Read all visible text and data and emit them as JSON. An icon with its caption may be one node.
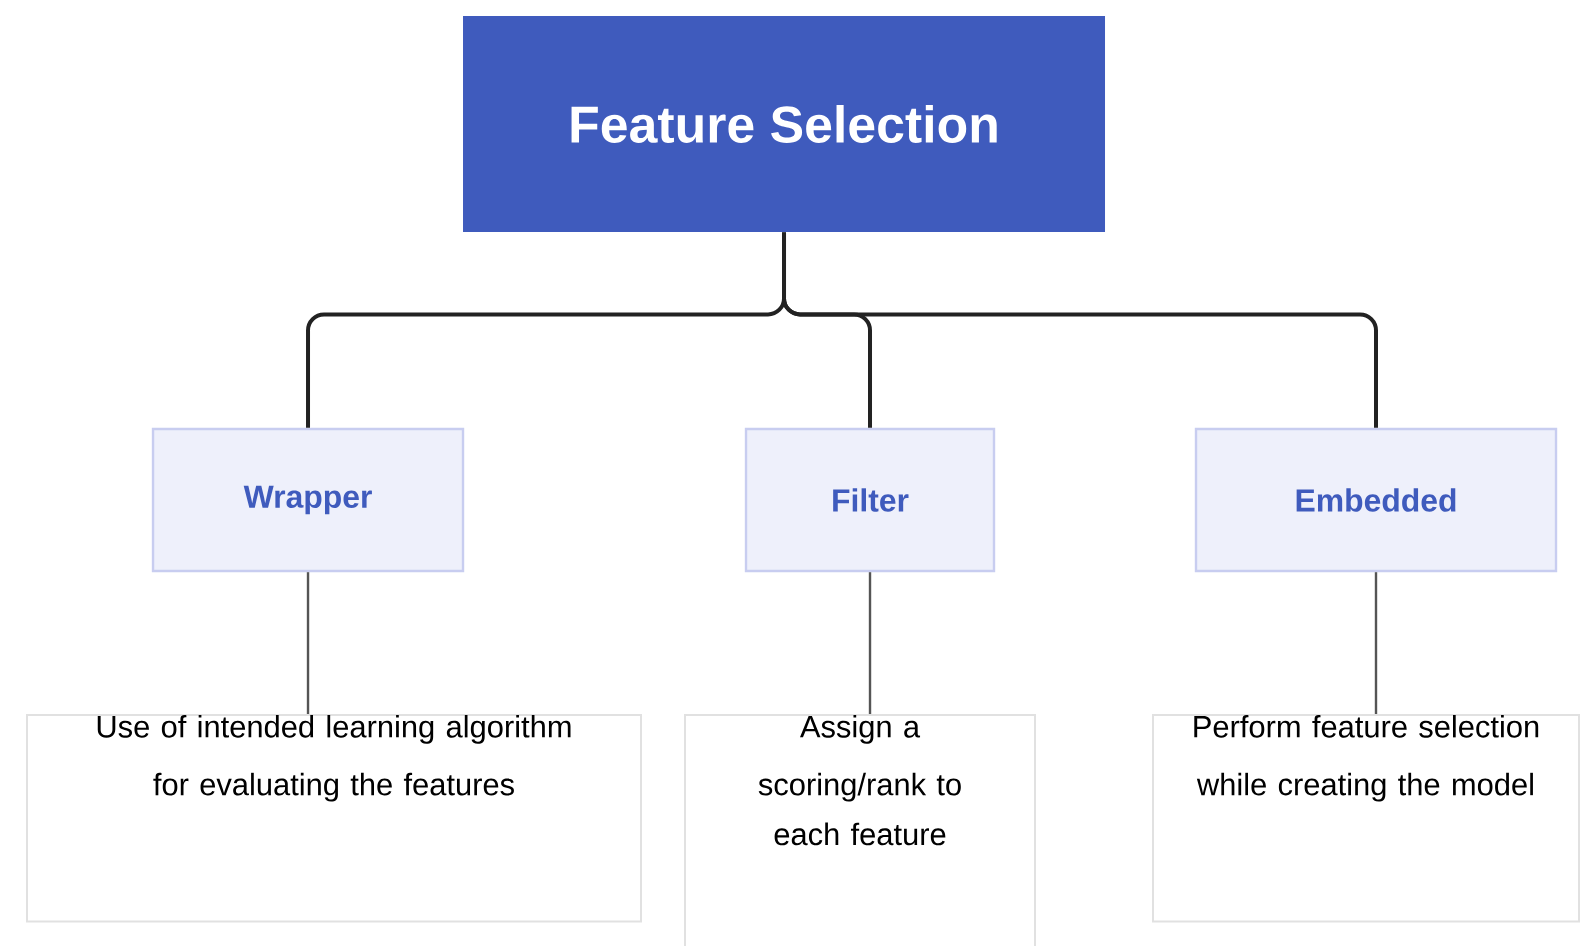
{
  "diagram": {
    "nodes": [
      {
        "text": [
          "Feature Selection"
        ]
      },
      {
        "text": [
          "Wrapper"
        ]
      },
      {
        "text": [
          "Filter"
        ]
      },
      {
        "text": [
          "Embedded"
        ]
      },
      {
        "text": [
          "Use of intended learning algorithm for evaluating the features"
        ]
      },
      {
        "text": [
          "Assign a scoring/rank to each feature"
        ]
      },
      {
        "text": [
          "Perform feature selection while creating the model"
        ]
      }
    ],
    "edges": [
      {
        "from": 0,
        "to": 1,
        "arrow": "none"
      },
      {
        "from": 0,
        "to": 2,
        "arrow": "none"
      },
      {
        "from": 0,
        "to": 3,
        "arrow": "none"
      },
      {
        "from": 1,
        "to": 4,
        "arrow": "none",
        "color": "#555555"
      },
      {
        "from": 2,
        "to": 5,
        "arrow": "none",
        "color": "#555555"
      },
      {
        "from": 3,
        "to": 6,
        "arrow": "none",
        "color": "#555555"
      }
    ]
  }
}
